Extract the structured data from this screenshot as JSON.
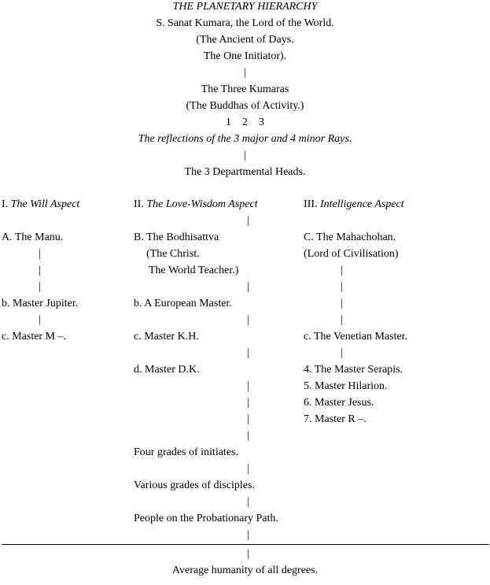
{
  "title": "THE PLANETARY HIERARCHY",
  "header": {
    "sanat_kumara": "S. Sanat Kumara, the Lord of the World.",
    "ancient": "(The Ancient of Days.",
    "initiator": "The One Initiator).",
    "three_kumaras": "The Three Kumaras",
    "buddhas": "(The Buddhas of Activity.)",
    "numbers": "1    2    3",
    "reflections": "The reflections of the 3 major and 4 minor Rays.",
    "departmental": "The 3 Departmental Heads."
  },
  "connector": "|",
  "columns": {
    "will": {
      "numeral": "I.",
      "aspect": "The Will Aspect",
      "head": "A. The Manu.",
      "b": "b. Master Jupiter.",
      "c": "c. Master M –."
    },
    "love": {
      "numeral": "II.",
      "aspect": "The Love-Wisdom Aspect",
      "head": "B. The Bodhisattva",
      "sub1": "(The Christ.",
      "sub2": "The World Teacher.)",
      "b": "b. A European Master.",
      "c": "c. Master K.H.",
      "d": "d. Master D.K.",
      "grades_initiates": "Four grades of initiates.",
      "grades_disciples": "Various grades of disciples.",
      "probationary": "People on the Probationary Path."
    },
    "intelligence": {
      "numeral": "III.",
      "aspect": "Intelligence Aspect",
      "head": "C. The Mahachohan.",
      "sub1": "(Lord of Civilisation)",
      "c": "c. The Venetian Master.",
      "m4": "4. The Master Serapis.",
      "m5": "5. Master Hilarion.",
      "m6": "6. Master Jesus.",
      "m7": "7. Master R –."
    }
  },
  "footer": "Average humanity of all degrees."
}
